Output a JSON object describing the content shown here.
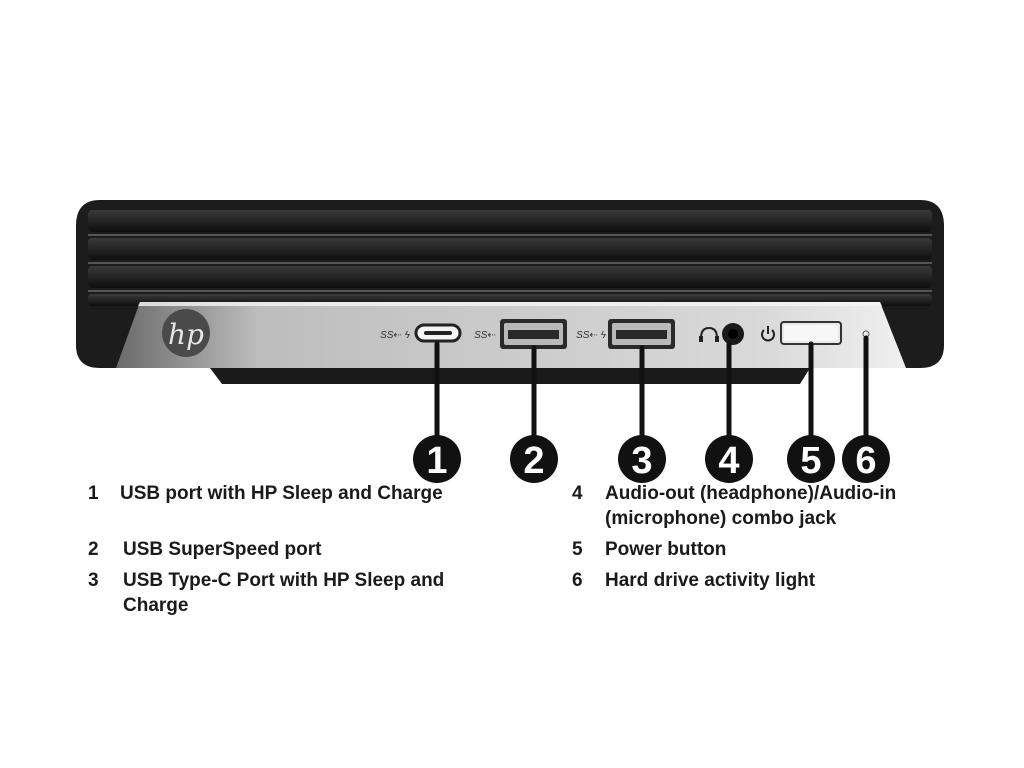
{
  "brand": {
    "logo_text": "hp"
  },
  "port_icons": {
    "usb_c": {
      "name": "usb-superspeed-charge-icon",
      "label": "SS⇠ ϟ"
    },
    "usb_a1": {
      "name": "usb-superspeed-icon",
      "label": "SS⇠"
    },
    "usb_a2": {
      "name": "usb-superspeed-charge-icon",
      "label": "SS⇠ ϟ"
    },
    "audio": {
      "name": "headset-icon"
    },
    "power": {
      "name": "power-icon"
    }
  },
  "callouts": [
    "1",
    "2",
    "3",
    "4",
    "5",
    "6"
  ],
  "legend": [
    {
      "num": "1",
      "text": "USB port with HP Sleep and Charge"
    },
    {
      "num": "2",
      "text": "USB SuperSpeed port"
    },
    {
      "num": "3",
      "text": "USB Type-C Port with HP Sleep and",
      "text2": "Charge"
    },
    {
      "num": "4",
      "text": "Audio-out (headphone)/Audio-in",
      "text2": "(microphone) combo jack"
    },
    {
      "num": "5",
      "text": "Power button"
    },
    {
      "num": "6",
      "text": "Hard drive activity light"
    }
  ],
  "colors": {
    "chassis": "#2b2b2b",
    "panel": "#c9c9c9",
    "callout": "#111111"
  }
}
